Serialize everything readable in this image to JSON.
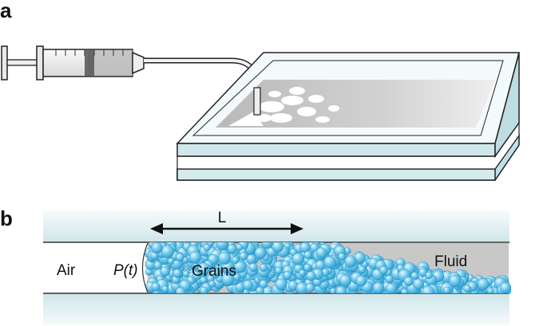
{
  "panel_a": {
    "label": "a"
  },
  "panel_b": {
    "label": "b",
    "length_label": "L",
    "air_label": "Air",
    "pressure_label": "P(t)",
    "grains_label": "Grains",
    "fluid_label": "Fluid"
  },
  "colors": {
    "glass_edge": "#cfe6ea",
    "fluid_gray": "#c9c9c9",
    "grain_blue": "#6fc6ea",
    "outline": "#222222"
  }
}
